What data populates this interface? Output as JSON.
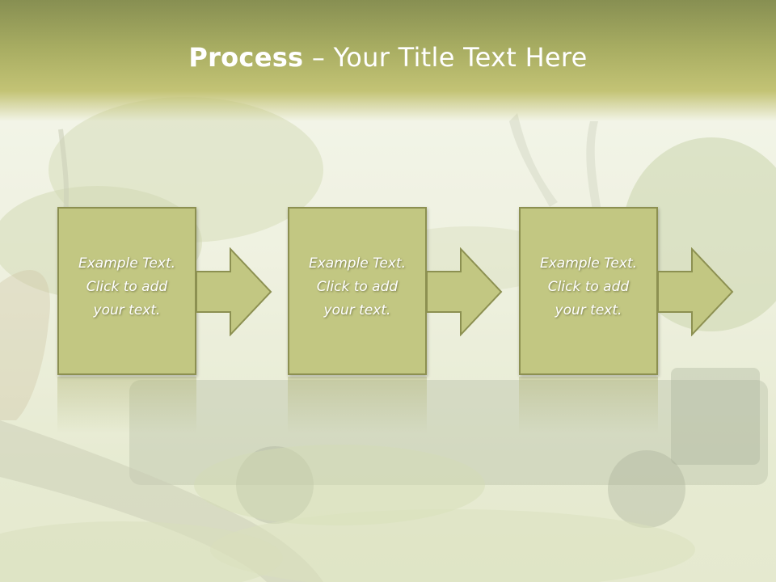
{
  "slide": {
    "title_bold": "Process",
    "title_rest": " – Your Title Text Here"
  },
  "steps": [
    {
      "lines": [
        "Example Text.",
        "Click  to add",
        "your text."
      ]
    },
    {
      "lines": [
        "Example Text.",
        "Click  to add",
        "your text."
      ]
    },
    {
      "lines": [
        "Example Text.",
        "Click  to add",
        "your text."
      ]
    }
  ],
  "colors": {
    "header": "#a8ad62",
    "box_fill": "#c2c782",
    "box_border": "#8c9051",
    "text": "#ffffff"
  }
}
